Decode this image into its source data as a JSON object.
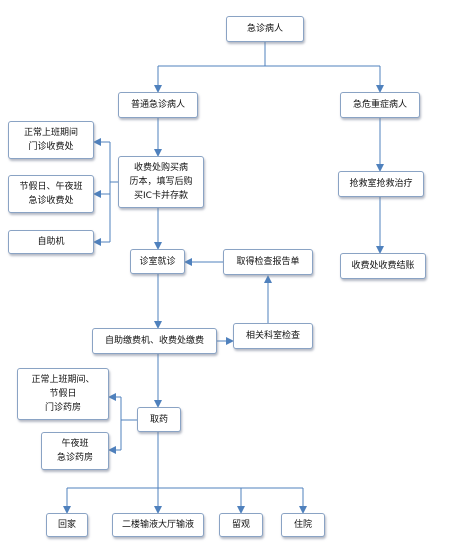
{
  "flowchart": {
    "nodes": {
      "emergency_patient": "急诊病人",
      "ordinary_patient": "普通急诊病人",
      "critical_patient": "急危重症病人",
      "office_hours_billing": "正常上班期间\n门诊收费处",
      "holiday_billing": "节假日、午夜班\n急诊收费处",
      "self_service_machine": "自助机",
      "billing_counter": "收费处购买病\n历本，填写后购\n买IC卡并存款",
      "rescue_room": "抢救室抢救治疗",
      "billing_settlement": "收费处收费结账",
      "consultation": "诊室就诊",
      "get_report": "取得检查报告单",
      "self_pay": "自助缴费机、收费处缴费",
      "department_exam": "相关科室检查",
      "office_hours_pharmacy": "正常上班期间、\n节假日\n门诊药房",
      "take_medicine": "取药",
      "night_pharmacy": "午夜班\n急诊药房",
      "go_home": "回家",
      "infusion_hall": "二楼输液大厅输液",
      "observation": "留观",
      "hospitalization": "住院"
    }
  },
  "colors": {
    "line": "#4f81bd",
    "box_border": "#8aa3c4"
  }
}
